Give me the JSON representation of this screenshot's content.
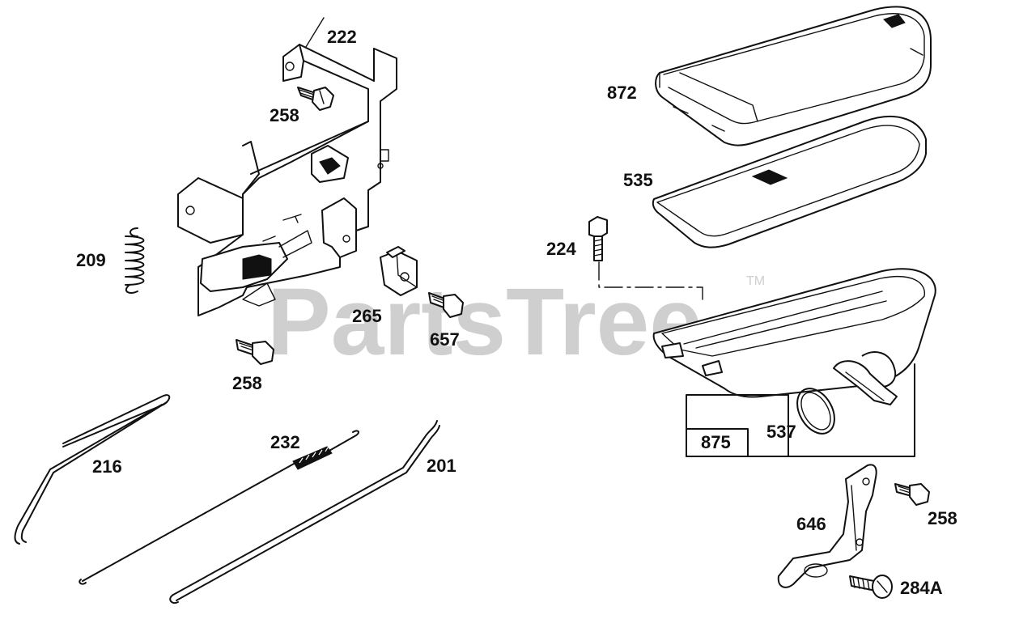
{
  "watermark": {
    "text": "PartsTree",
    "trademark": "TM"
  },
  "parts": [
    {
      "id": "p222",
      "label": "222"
    },
    {
      "id": "p258a",
      "label": "258"
    },
    {
      "id": "p209",
      "label": "209"
    },
    {
      "id": "p265",
      "label": "265"
    },
    {
      "id": "p657",
      "label": "657"
    },
    {
      "id": "p258b",
      "label": "258"
    },
    {
      "id": "p216",
      "label": "216"
    },
    {
      "id": "p232",
      "label": "232"
    },
    {
      "id": "p201",
      "label": "201"
    },
    {
      "id": "p872",
      "label": "872"
    },
    {
      "id": "p535",
      "label": "535"
    },
    {
      "id": "p224",
      "label": "224"
    },
    {
      "id": "p875",
      "label": "875"
    },
    {
      "id": "p537",
      "label": "537"
    },
    {
      "id": "p646",
      "label": "646"
    },
    {
      "id": "p258c",
      "label": "258"
    },
    {
      "id": "p284A",
      "label": "284A"
    }
  ]
}
